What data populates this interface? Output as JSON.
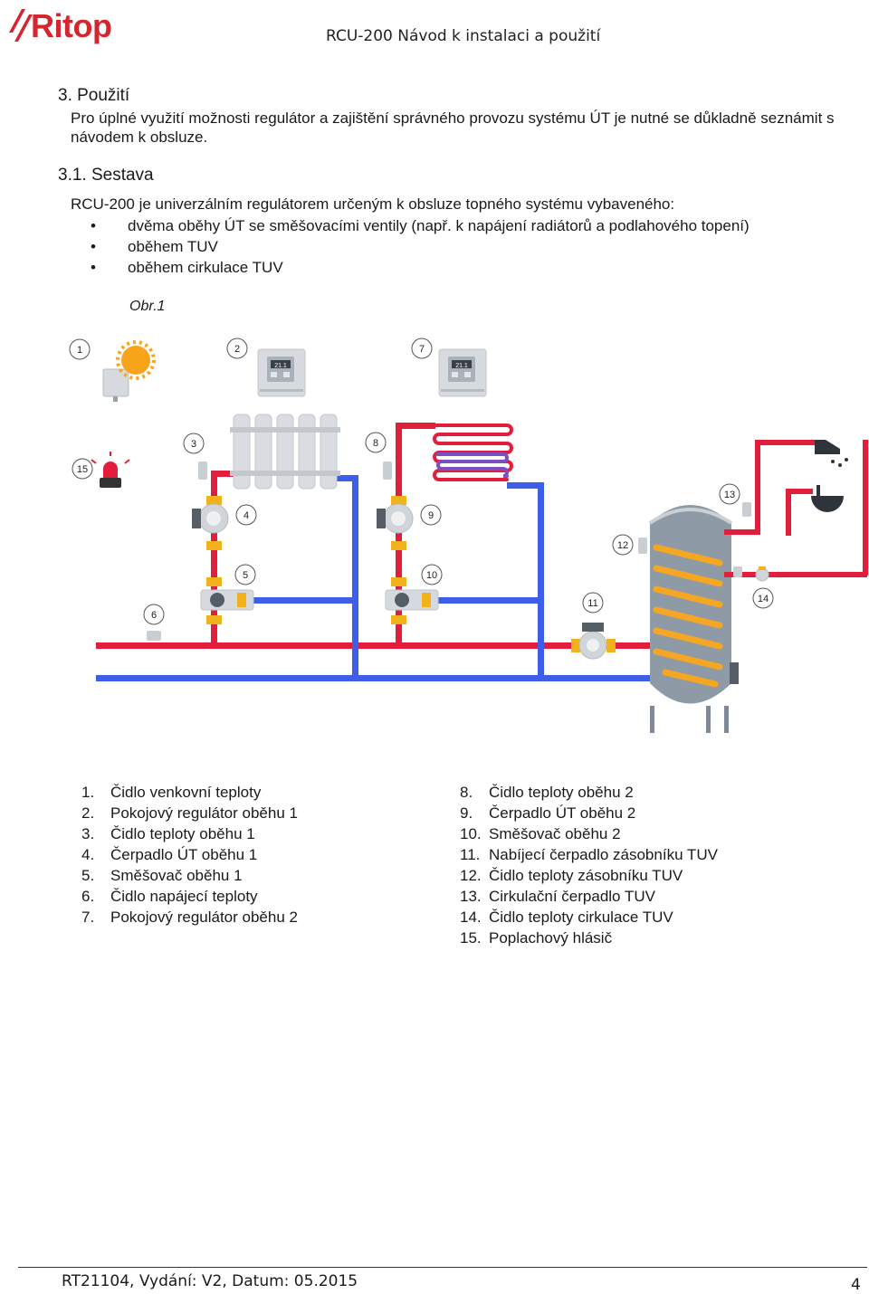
{
  "header": {
    "logo_text": "Ritop",
    "title": "RCU-200  Návod k instalaci a použití"
  },
  "section": {
    "heading": "3.  Použití",
    "paragraph": "Pro úplné využití možnosti regulátor a zajištění správného provozu systému ÚT je nutné se  důkladně seznámit s návodem k obsluze."
  },
  "subsection": {
    "heading": "3.1. Sestava",
    "intro": "RCU-200 je univerzálním regulátorem určeným k obsluze topného systému vybaveného:",
    "bullets": [
      "dvěma oběhy ÚT se směšovacími ventily (např. k napájení radiátorů a podlahového  topení)",
      "oběhem TUV",
      "oběhem cirkulace TUV"
    ]
  },
  "figure": {
    "caption": "Obr.1",
    "display_value": "21.1",
    "labels": [
      "1",
      "2",
      "3",
      "4",
      "5",
      "6",
      "7",
      "8",
      "9",
      "10",
      "11",
      "12",
      "13",
      "14",
      "15"
    ],
    "colors": {
      "hot_pipe": "#e31e3c",
      "cold_pipe": "#3d5ee8",
      "floor_loop": "#7a4fc4",
      "tank": "#8e9aa6",
      "coil": "#f5a623",
      "fitting": "#f2b21b",
      "pump": "#d0d5da"
    }
  },
  "legend": {
    "left": [
      {
        "num": "1.",
        "text": "Čidlo venkovní teploty"
      },
      {
        "num": "2.",
        "text": "Pokojový regulátor oběhu 1"
      },
      {
        "num": "3.",
        "text": "Čidlo teploty oběhu 1"
      },
      {
        "num": "4.",
        "text": "Čerpadlo ÚT oběhu 1"
      },
      {
        "num": "5.",
        "text": "Směšovač oběhu 1"
      },
      {
        "num": "6.",
        "text": "Čidlo napájecí teploty"
      },
      {
        "num": "7.",
        "text": "Pokojový regulátor oběhu 2"
      }
    ],
    "right": [
      {
        "num": "8.",
        "text": "Čidlo teploty oběhu 2"
      },
      {
        "num": "9.",
        "text": "Čerpadlo ÚT oběhu 2"
      },
      {
        "num": "10.",
        "text": "Směšovač oběhu 2"
      },
      {
        "num": "11.",
        "text": "Nabíjecí čerpadlo zásobníku TUV"
      },
      {
        "num": "12.",
        "text": "Čidlo teploty zásobníku TUV"
      },
      {
        "num": "13.",
        "text": "Cirkulační čerpadlo TUV"
      },
      {
        "num": "14.",
        "text": "Čidlo teploty cirkulace TUV"
      },
      {
        "num": "15.",
        "text": "Poplachový hlásič"
      }
    ]
  },
  "footer": {
    "text": "RT21104, Vydání: V2, Datum: 05.2015",
    "page_number": "4"
  }
}
